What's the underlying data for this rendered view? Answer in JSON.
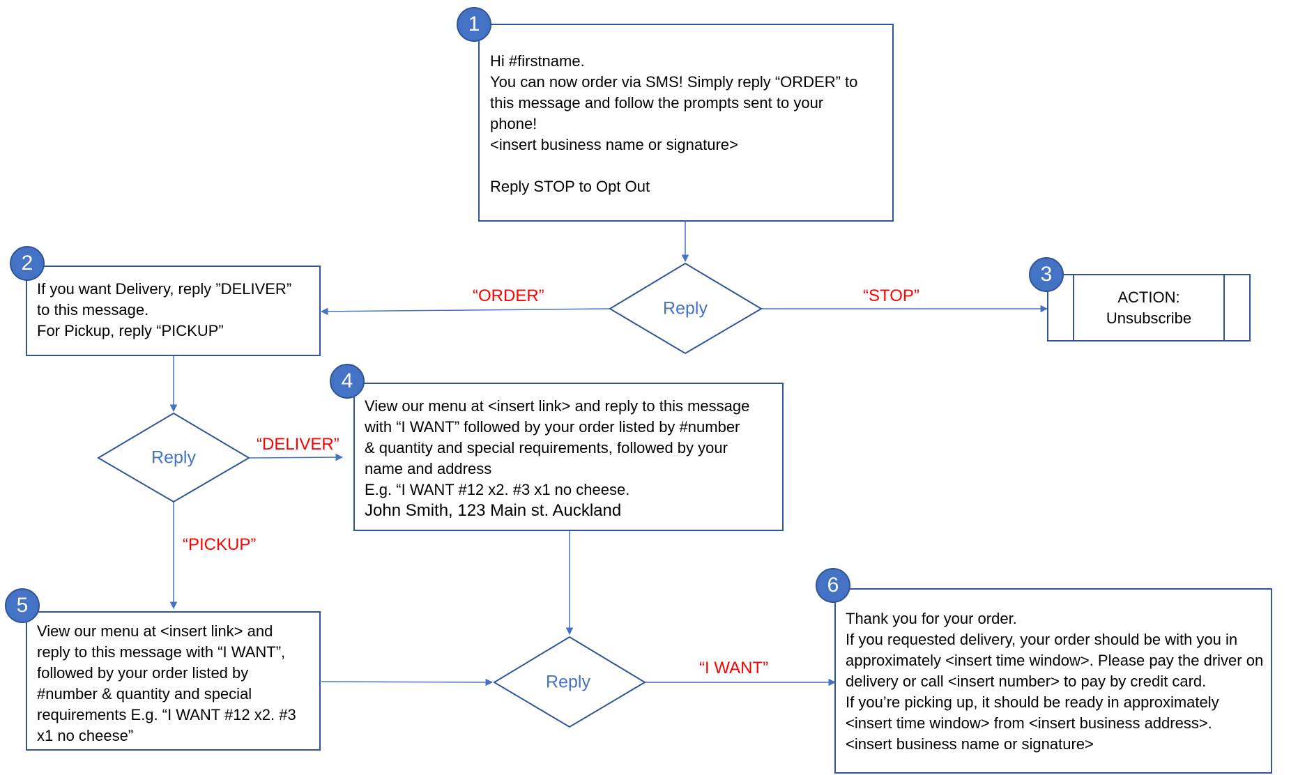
{
  "steps": [
    {
      "number": "1",
      "lines": [
        "Hi #firstname.",
        "You can now order via SMS! Simply reply “ORDER” to",
        "this message and follow the prompts sent to your",
        "phone!",
        "<insert business name or signature>",
        "",
        "Reply STOP to Opt Out"
      ]
    },
    {
      "number": "2",
      "lines": [
        "If you want Delivery, reply ”DELIVER”",
        "to this message.",
        "For Pickup, reply “PICKUP”"
      ]
    },
    {
      "number": "3",
      "lines": [
        "ACTION:",
        "Unsubscribe"
      ]
    },
    {
      "number": "4",
      "lines": [
        "View our menu at <insert link> and reply to this message",
        "with “I WANT” followed by your order listed by #number",
        "& quantity and special requirements, followed by your",
        "name and address",
        "E.g. “I WANT #12 x2. #3 x1 no cheese.",
        "John Smith, 123 Main st. Auckland"
      ]
    },
    {
      "number": "5",
      "lines": [
        "View our menu at <insert link> and",
        "reply to this message with “I WANT”,",
        "followed by your order listed by",
        "#number & quantity and special",
        "requirements E.g. “I WANT #12 x2. #3",
        "x1 no cheese”"
      ]
    },
    {
      "number": "6",
      "lines": [
        "Thank you for your order.",
        "If you requested delivery, your order should be with you in",
        "approximately <insert time window>. Please pay the driver on",
        "delivery or call <insert number> to pay by credit card.",
        "If you’re picking up, it should be ready in approximately",
        "<insert time window> from <insert business address>.",
        "<insert business name or signature>"
      ]
    }
  ],
  "decisions": [
    {
      "label": "Reply"
    },
    {
      "label": "Reply"
    },
    {
      "label": "Reply"
    }
  ],
  "edge_labels": {
    "order": "“ORDER”",
    "stop": "“STOP”",
    "deliver": "“DELIVER”",
    "pickup": "“PICKUP”",
    "iwant": "“I WANT”"
  },
  "colors": {
    "box_border": "#2f5597",
    "badge_fill": "#4472c4",
    "connector": "#4472c4",
    "edge_label": "#ff0000",
    "reply_text": "#4472c4"
  }
}
